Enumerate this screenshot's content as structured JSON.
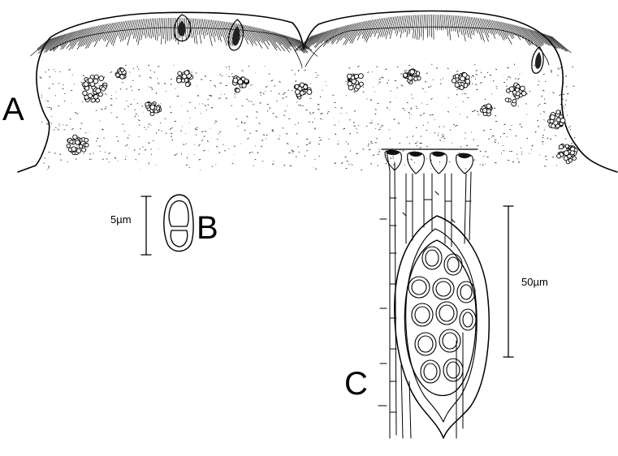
{
  "figure": {
    "panels": [
      {
        "letter": "A"
      },
      {
        "letter": "B",
        "scale_label": "5µm"
      },
      {
        "letter": "C",
        "scale_label": "50µm"
      }
    ]
  }
}
